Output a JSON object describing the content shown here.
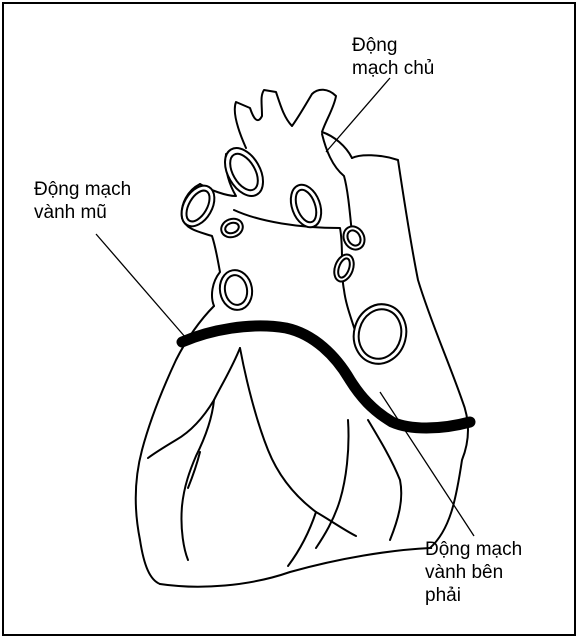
{
  "labels": {
    "aorta": {
      "line1": "Động",
      "line2": "mạch chủ"
    },
    "circumflex": {
      "line1": "Động mạch",
      "line2": "vành mũ"
    },
    "right_coronary": {
      "line1": "Động mạch",
      "line2": "vành bên",
      "line3": "phải"
    }
  },
  "colors": {
    "line": "#000000",
    "background": "#ffffff"
  }
}
